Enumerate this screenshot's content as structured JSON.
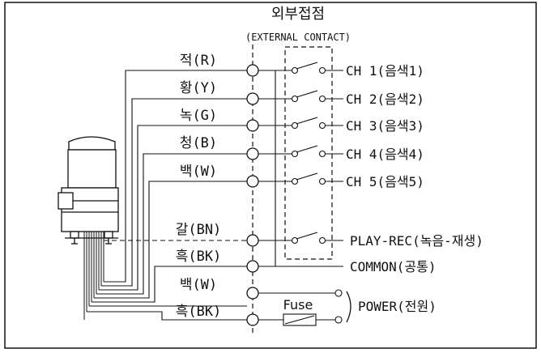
{
  "title": "외부접점",
  "subtitle": "(EXTERNAL CONTACT)",
  "wire_labels": [
    "적(R)",
    "황(Y)",
    "녹(G)",
    "청(B)",
    "백(W)",
    "갈(BN)",
    "흑(BK)",
    "백(W)",
    "흑(BK)"
  ],
  "channels": [
    "CH 1(음색1)",
    "CH 2(음색2)",
    "CH 3(음색3)",
    "CH 4(음색4)",
    "CH 5(음색5)"
  ],
  "play_rec": "PLAY-REC(녹음-재생)",
  "common": "COMMON(공통)",
  "fuse": "Fuse",
  "power": "POWER(전원)"
}
